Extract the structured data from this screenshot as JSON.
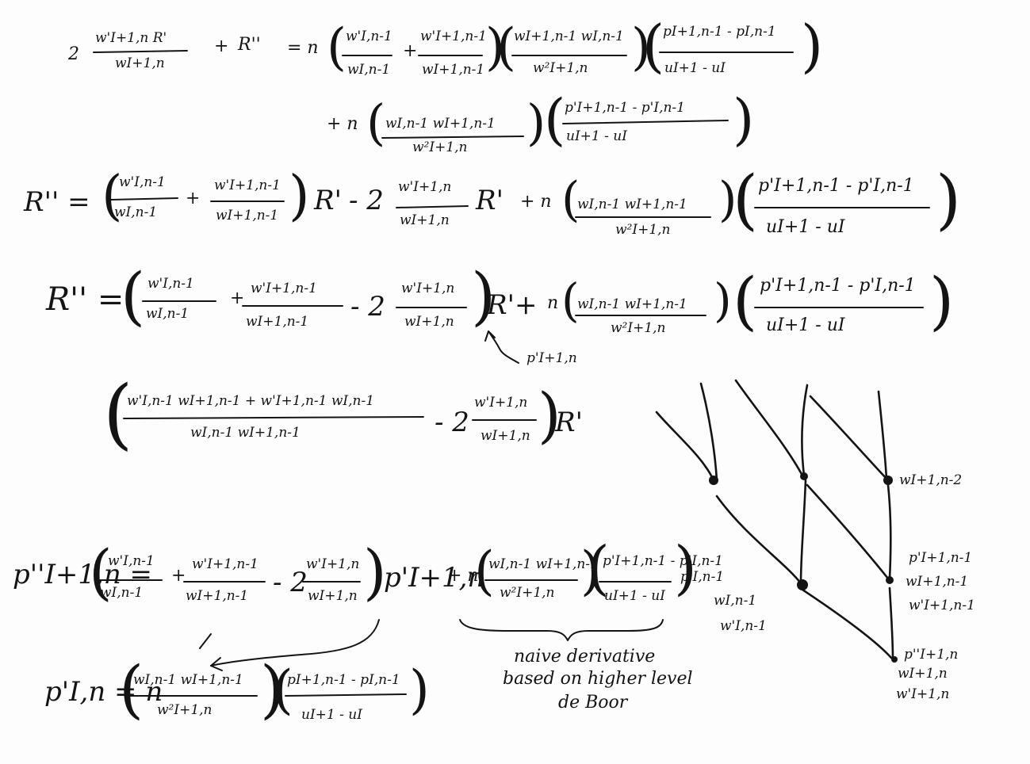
{
  "eq1": {
    "coef": "2",
    "lhs_num": "w'I+1,n R'",
    "lhs_den": "wI+1,n",
    "plus1": "+",
    "rhs_R2": "R''",
    "eq": "= n",
    "f1_num": "w'I,n-1",
    "f1_den": "wI,n-1",
    "plus2": "+",
    "f2_num": "w'I+1,n-1",
    "f2_den": "wI+1,n-1",
    "f3_num": "wI+1,n-1 wI,n-1",
    "f3_den": "w²I+1,n",
    "f4_num": "pI+1,n-1 - pI,n-1",
    "f4_den": "uI+1 - uI"
  },
  "eq1b": {
    "plus_n": "+ n",
    "f1_num": "wI,n-1 wI+1,n-1",
    "f1_den": "w²I+1,n",
    "f2_num": "p'I+1,n-1 - p'I,n-1",
    "f2_den": "uI+1 - uI"
  },
  "eq2": {
    "lhs": "R'' =",
    "f1_num": "w'I,n-1",
    "f1_den": "wI,n-1",
    "plus": "+",
    "f2_num": "w'I+1,n-1",
    "f2_den": "wI+1,n-1",
    "R1": "R'",
    "minus2": "- 2",
    "f3_num": "w'I+1,n",
    "f3_den": "wI+1,n",
    "R2": "R'",
    "plus_n": "+ n",
    "f4_num": "wI,n-1 wI+1,n-1",
    "f4_den": "w²I+1,n",
    "f5_num": "p'I+1,n-1 - p'I,n-1",
    "f5_den": "uI+1 - uI"
  },
  "eq3": {
    "lhs": "R'' =",
    "f1_num": "w'I,n-1",
    "f1_den": "wI,n-1",
    "plus": "+",
    "f2_num": "w'I+1,n-1",
    "f2_den": "wI+1,n-1",
    "minus2": "- 2",
    "f3_num": "w'I+1,n",
    "f3_den": "wI+1,n",
    "R": "R'+",
    "n": "n",
    "f4_num": "wI,n-1 wI+1,n-1",
    "f4_den": "w²I+1,n",
    "f5_num": "p'I+1,n-1 - p'I,n-1",
    "f5_den": "uI+1 - uI",
    "note": "p'I+1,n"
  },
  "eq4": {
    "f1_num": "w'I,n-1 wI+1,n-1 + w'I+1,n-1 wI,n-1",
    "f1_den": "wI,n-1 wI+1,n-1",
    "minus2": "- 2",
    "f2_num": "w'I+1,n",
    "f2_den": "wI+1,n",
    "R": "R'"
  },
  "eq5": {
    "lhs": "p''I+1,n =",
    "f1_num": "w'I,n-1",
    "f1_den": "wI,n-1",
    "plus": "+",
    "f2_num": "w'I+1,n-1",
    "f2_den": "wI+1,n-1",
    "minus2": "- 2",
    "f3_num": "w'I+1,n",
    "f3_den": "wI+1,n",
    "p": "p'I+1,n",
    "plus_n": "+ n",
    "f4_num": "wI,n-1 wI+1,n-1",
    "f4_den": "w²I+1,n",
    "f5_num": "p'I+1,n-1 - p'I,n-1",
    "f5_den": "uI+1 - uI",
    "brace_note_1": "naive derivative",
    "brace_note_2": "based on higher level",
    "brace_note_3": "de Boor"
  },
  "eq6": {
    "lhs": "p'I,n = n",
    "f1_num": "wI,n-1 wI+1,n-1",
    "f1_den": "w²I+1,n",
    "f2_num": "pI+1,n-1 - pI,n-1",
    "f2_den": "uI+1 - uI"
  },
  "diagram": {
    "label_top_right": "wI+1,n-2",
    "label_left_1": "p'I,n-1",
    "label_left_2": "wI,n-1",
    "label_left_3": "w'I,n-1",
    "label_mid_right_1": "p'I+1,n-1",
    "label_mid_right_2": "wI+1,n-1",
    "label_mid_right_3": "w'I+1,n-1",
    "label_bottom_1": "p''I+1,n",
    "label_bottom_2": "wI+1,n",
    "label_bottom_3": "w'I+1,n"
  },
  "colors": {
    "ink": "#141414",
    "paper": "#fdfdfd"
  }
}
